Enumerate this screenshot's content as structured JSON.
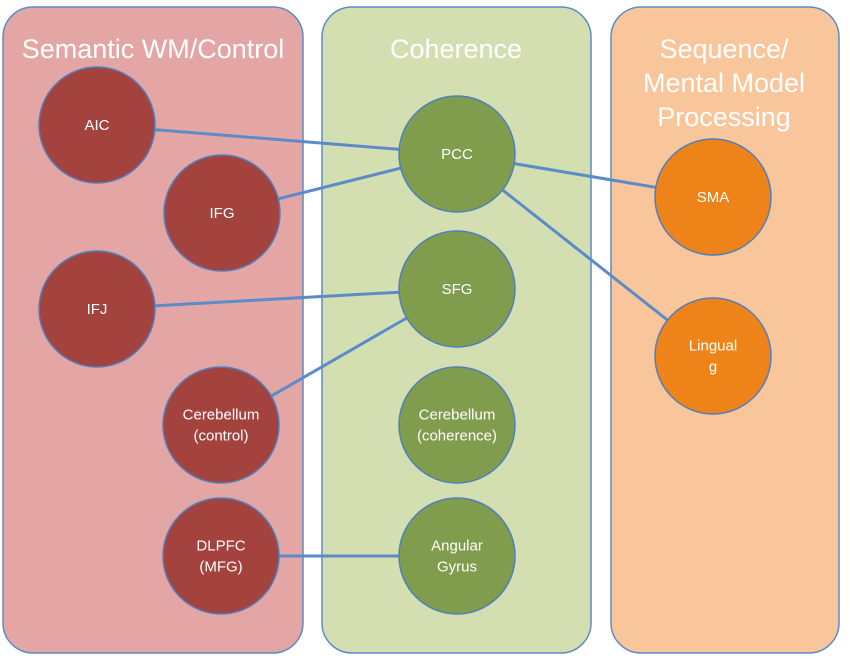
{
  "groups": [
    {
      "id": "semantic",
      "title_lines": [
        "Semantic WM/Control"
      ],
      "fill": "#e3a6a4"
    },
    {
      "id": "coherence",
      "title_lines": [
        "Coherence"
      ],
      "fill": "#d3dfb0"
    },
    {
      "id": "sequence",
      "title_lines": [
        "Sequence/",
        "Mental Model",
        "Processing"
      ],
      "fill": "#f9c69c"
    }
  ],
  "nodes": [
    {
      "id": "AIC",
      "group": "semantic",
      "label_lines": [
        "AIC"
      ],
      "color": "#a4433e"
    },
    {
      "id": "IFG",
      "group": "semantic",
      "label_lines": [
        "IFG"
      ],
      "color": "#a4433e"
    },
    {
      "id": "IFJ",
      "group": "semantic",
      "label_lines": [
        "IFJ"
      ],
      "color": "#a4433e"
    },
    {
      "id": "CerebellumControl",
      "group": "semantic",
      "label_lines": [
        "Cerebellum",
        "(control)"
      ],
      "color": "#a4433e"
    },
    {
      "id": "DLPFC",
      "group": "semantic",
      "label_lines": [
        "DLPFC",
        "(MFG)"
      ],
      "color": "#a4433e"
    },
    {
      "id": "PCC",
      "group": "coherence",
      "label_lines": [
        "PCC"
      ],
      "color": "#809d4e"
    },
    {
      "id": "SFG",
      "group": "coherence",
      "label_lines": [
        "SFG"
      ],
      "color": "#809d4e"
    },
    {
      "id": "CerebellumCoherence",
      "group": "coherence",
      "label_lines": [
        "Cerebellum",
        "(coherence)"
      ],
      "color": "#809d4e"
    },
    {
      "id": "AngularGyrus",
      "group": "coherence",
      "label_lines": [
        "Angular",
        "Gyrus"
      ],
      "color": "#809d4e"
    },
    {
      "id": "SMA",
      "group": "sequence",
      "label_lines": [
        "SMA"
      ],
      "color": "#ee8419"
    },
    {
      "id": "Lingual",
      "group": "sequence",
      "label_lines": [
        "Lingual",
        "g"
      ],
      "color": "#ee8419"
    }
  ],
  "edges": [
    {
      "from": "AIC",
      "to": "PCC"
    },
    {
      "from": "IFG",
      "to": "PCC"
    },
    {
      "from": "IFJ",
      "to": "SFG"
    },
    {
      "from": "CerebellumControl",
      "to": "SFG"
    },
    {
      "from": "DLPFC",
      "to": "AngularGyrus"
    },
    {
      "from": "PCC",
      "to": "SMA"
    },
    {
      "from": "PCC",
      "to": "Lingual"
    }
  ],
  "colors": {
    "edge": "#5b8bc8",
    "node_stroke": "#4f7fbe",
    "panel_stroke": "#5e8cc6",
    "text": "#ffffff"
  }
}
